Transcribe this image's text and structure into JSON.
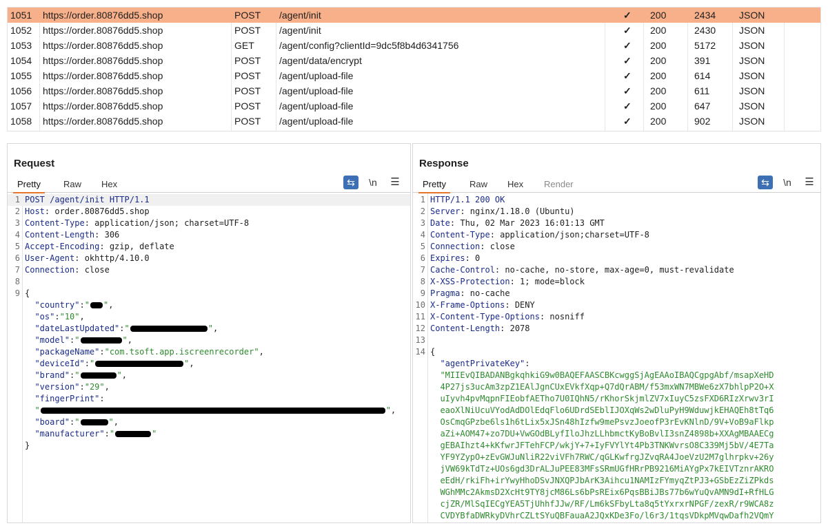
{
  "history": {
    "rows": [
      {
        "num": "1051",
        "host": "https://order.80876dd5.shop",
        "method": "POST",
        "url": "/agent/init",
        "check": "✓",
        "status": "200",
        "length": "2434",
        "mime": "JSON",
        "selected": true
      },
      {
        "num": "1052",
        "host": "https://order.80876dd5.shop",
        "method": "POST",
        "url": "/agent/init",
        "check": "✓",
        "status": "200",
        "length": "2430",
        "mime": "JSON"
      },
      {
        "num": "1053",
        "host": "https://order.80876dd5.shop",
        "method": "GET",
        "url": "/agent/config?clientId=9dc5f8b4d6341756",
        "check": "✓",
        "status": "200",
        "length": "5172",
        "mime": "JSON"
      },
      {
        "num": "1054",
        "host": "https://order.80876dd5.shop",
        "method": "POST",
        "url": "/agent/data/encrypt",
        "check": "✓",
        "status": "200",
        "length": "391",
        "mime": "JSON"
      },
      {
        "num": "1055",
        "host": "https://order.80876dd5.shop",
        "method": "POST",
        "url": "/agent/upload-file",
        "check": "✓",
        "status": "200",
        "length": "614",
        "mime": "JSON"
      },
      {
        "num": "1056",
        "host": "https://order.80876dd5.shop",
        "method": "POST",
        "url": "/agent/upload-file",
        "check": "✓",
        "status": "200",
        "length": "611",
        "mime": "JSON"
      },
      {
        "num": "1057",
        "host": "https://order.80876dd5.shop",
        "method": "POST",
        "url": "/agent/upload-file",
        "check": "✓",
        "status": "200",
        "length": "647",
        "mime": "JSON"
      },
      {
        "num": "1058",
        "host": "https://order.80876dd5.shop",
        "method": "POST",
        "url": "/agent/upload-file",
        "check": "✓",
        "status": "200",
        "length": "902",
        "mime": "JSON"
      }
    ]
  },
  "request": {
    "title": "Request",
    "tabs": [
      "Pretty",
      "Raw",
      "Hex"
    ],
    "active_tab": "Pretty",
    "tools": {
      "wrap_icon": "wrap-lines-icon",
      "newline_label": "\\n",
      "menu_icon": "hamburger-menu-icon"
    },
    "lines": [
      {
        "n": "1",
        "parts": [
          [
            "hname",
            "POST /agent/init HTTP/1.1"
          ]
        ],
        "highlight": true
      },
      {
        "n": "2",
        "parts": [
          [
            "hname",
            "Host"
          ],
          [
            "punc",
            ": order.80876dd5.shop"
          ]
        ]
      },
      {
        "n": "3",
        "parts": [
          [
            "hname",
            "Content-Type"
          ],
          [
            "punc",
            ": application/json; charset=UTF-8"
          ]
        ]
      },
      {
        "n": "4",
        "parts": [
          [
            "hname",
            "Content-Length"
          ],
          [
            "punc",
            ": 306"
          ]
        ]
      },
      {
        "n": "5",
        "parts": [
          [
            "hname",
            "Accept-Encoding"
          ],
          [
            "punc",
            ": gzip, deflate"
          ]
        ]
      },
      {
        "n": "6",
        "parts": [
          [
            "hname",
            "User-Agent"
          ],
          [
            "punc",
            ": okhttp/4.10.0"
          ]
        ]
      },
      {
        "n": "7",
        "parts": [
          [
            "hname",
            "Connection"
          ],
          [
            "punc",
            ": close"
          ]
        ]
      },
      {
        "n": "8",
        "parts": []
      },
      {
        "n": "9",
        "parts": [
          [
            "punc",
            "{"
          ]
        ]
      },
      {
        "parts": [
          [
            "punc",
            "  "
          ],
          [
            "jkey",
            "\"country\""
          ],
          [
            "punc",
            ":"
          ],
          [
            "jstr",
            "\""
          ],
          [
            "redact",
            "18"
          ],
          [
            "jstr",
            "\""
          ],
          [
            "punc",
            ","
          ]
        ]
      },
      {
        "parts": [
          [
            "punc",
            "  "
          ],
          [
            "jkey",
            "\"os\""
          ],
          [
            "punc",
            ":"
          ],
          [
            "jstr",
            "\"10\""
          ],
          [
            "punc",
            ","
          ]
        ]
      },
      {
        "parts": [
          [
            "punc",
            "  "
          ],
          [
            "jkey",
            "\"dateLastUpdated\""
          ],
          [
            "punc",
            ":"
          ],
          [
            "jstr",
            "\""
          ],
          [
            "redact",
            "112"
          ],
          [
            "jstr",
            "\""
          ],
          [
            "punc",
            ","
          ]
        ]
      },
      {
        "parts": [
          [
            "punc",
            "  "
          ],
          [
            "jkey",
            "\"model\""
          ],
          [
            "punc",
            ":"
          ],
          [
            "jstr",
            "\""
          ],
          [
            "redact",
            "60"
          ],
          [
            "jstr",
            "\""
          ],
          [
            "punc",
            ","
          ]
        ]
      },
      {
        "parts": [
          [
            "punc",
            "  "
          ],
          [
            "jkey",
            "\"packageName\""
          ],
          [
            "punc",
            ":"
          ],
          [
            "jstr",
            "\"com.tsoft.app.iscreenrecorder\""
          ],
          [
            "punc",
            ","
          ]
        ]
      },
      {
        "parts": [
          [
            "punc",
            "  "
          ],
          [
            "jkey",
            "\"deviceId\""
          ],
          [
            "punc",
            ":"
          ],
          [
            "jstr",
            "\""
          ],
          [
            "redact",
            "128"
          ],
          [
            "jstr",
            "\""
          ],
          [
            "punc",
            ","
          ]
        ]
      },
      {
        "parts": [
          [
            "punc",
            "  "
          ],
          [
            "jkey",
            "\"brand\""
          ],
          [
            "punc",
            ":"
          ],
          [
            "jstr",
            "\""
          ],
          [
            "redact",
            "52"
          ],
          [
            "jstr",
            "\""
          ],
          [
            "punc",
            ","
          ]
        ]
      },
      {
        "parts": [
          [
            "punc",
            "  "
          ],
          [
            "jkey",
            "\"version\""
          ],
          [
            "punc",
            ":"
          ],
          [
            "jstr",
            "\"29\""
          ],
          [
            "punc",
            ","
          ]
        ]
      },
      {
        "parts": [
          [
            "punc",
            "  "
          ],
          [
            "jkey",
            "\"fingerPrint\""
          ],
          [
            "punc",
            ":"
          ]
        ]
      },
      {
        "parts": [
          [
            "punc",
            "  "
          ],
          [
            "jstr",
            "\""
          ],
          [
            "redact",
            "500"
          ],
          [
            "jstr",
            "\""
          ],
          [
            "punc",
            ","
          ]
        ]
      },
      {
        "parts": [
          [
            "punc",
            "  "
          ],
          [
            "jkey",
            "\"board\""
          ],
          [
            "punc",
            ":"
          ],
          [
            "jstr",
            "\""
          ],
          [
            "redact",
            "40"
          ],
          [
            "jstr",
            "\""
          ],
          [
            "punc",
            ","
          ]
        ]
      },
      {
        "parts": [
          [
            "punc",
            "  "
          ],
          [
            "jkey",
            "\"manufacturer\""
          ],
          [
            "punc",
            ":"
          ],
          [
            "jstr",
            "\""
          ],
          [
            "redact",
            "52"
          ],
          [
            "jstr",
            "\""
          ]
        ]
      },
      {
        "parts": [
          [
            "punc",
            "}"
          ]
        ]
      }
    ]
  },
  "response": {
    "title": "Response",
    "tabs": [
      "Pretty",
      "Raw",
      "Hex",
      "Render"
    ],
    "active_tab": "Pretty",
    "disabled_tabs": [
      "Render"
    ],
    "tools": {
      "wrap_icon": "wrap-lines-icon",
      "newline_label": "\\n",
      "menu_icon": "hamburger-menu-icon"
    },
    "lines": [
      {
        "n": "1",
        "parts": [
          [
            "hname",
            "HTTP/1.1 200 OK"
          ]
        ]
      },
      {
        "n": "2",
        "parts": [
          [
            "hname",
            "Server"
          ],
          [
            "punc",
            ": nginx/1.18.0 (Ubuntu)"
          ]
        ]
      },
      {
        "n": "3",
        "parts": [
          [
            "hname",
            "Date"
          ],
          [
            "punc",
            ": Thu, 02 Mar 2023 16:01:13 GMT"
          ]
        ]
      },
      {
        "n": "4",
        "parts": [
          [
            "hname",
            "Content-Type"
          ],
          [
            "punc",
            ": application/json;charset=UTF-8"
          ]
        ]
      },
      {
        "n": "5",
        "parts": [
          [
            "hname",
            "Connection"
          ],
          [
            "punc",
            ": close"
          ]
        ]
      },
      {
        "n": "6",
        "parts": [
          [
            "hname",
            "Expires"
          ],
          [
            "punc",
            ": 0"
          ]
        ]
      },
      {
        "n": "7",
        "parts": [
          [
            "hname",
            "Cache-Control"
          ],
          [
            "punc",
            ": no-cache, no-store, max-age=0, must-revalidate"
          ]
        ]
      },
      {
        "n": "8",
        "parts": [
          [
            "hname",
            "X-XSS-Protection"
          ],
          [
            "punc",
            ": 1; mode=block"
          ]
        ]
      },
      {
        "n": "9",
        "parts": [
          [
            "hname",
            "Pragma"
          ],
          [
            "punc",
            ": no-cache"
          ]
        ]
      },
      {
        "n": "10",
        "parts": [
          [
            "hname",
            "X-Frame-Options"
          ],
          [
            "punc",
            ": DENY"
          ]
        ]
      },
      {
        "n": "11",
        "parts": [
          [
            "hname",
            "X-Content-Type-Options"
          ],
          [
            "punc",
            ": nosniff"
          ]
        ]
      },
      {
        "n": "12",
        "parts": [
          [
            "hname",
            "Content-Length"
          ],
          [
            "punc",
            ": 2078"
          ]
        ]
      },
      {
        "n": "13",
        "parts": []
      },
      {
        "n": "14",
        "parts": [
          [
            "punc",
            "{"
          ]
        ]
      },
      {
        "parts": [
          [
            "punc",
            "  "
          ],
          [
            "jkey",
            "\"agentPrivateKey\""
          ],
          [
            "punc",
            ":"
          ]
        ]
      },
      {
        "parts": [
          [
            "jstr",
            "  \"MIIEvQIBADANBgkqhkiG9w0BAQEFAASCBKcwggSjAgEAAoIBAQCgpgAbf/msapXeHD"
          ]
        ]
      },
      {
        "parts": [
          [
            "jstr",
            "  4P27js3ucAm3zpZ1EAlJgnCUxEVkfXqp+Q7dQrABM/f53mxWN7MBWe6zX7bhlpP2O+X"
          ]
        ]
      },
      {
        "parts": [
          [
            "jstr",
            "  uIyvh4pvMqpnFIEobfAETho7U0IQhN5/rKhorSkjmlZV7xIuyC5zsFXD6RIzXrwv3rI"
          ]
        ]
      },
      {
        "parts": [
          [
            "jstr",
            "  eaoXlNiUcuVYodAdDOlEdqFlo6UDrdSEblIJOXqWs2wDluPyH9WduwjkEHAQEh8tTq6"
          ]
        ]
      },
      {
        "parts": [
          [
            "jstr",
            "  OsCmqGPzbe6ls1h6tLix5xJSn48hIzfw9mePsvzJoeofP3rEvKNlnD/9V+VoB9aFlkp"
          ]
        ]
      },
      {
        "parts": [
          [
            "jstr",
            "  aZi+AOM47+zo7DU+VwGOdBLyfIloJhzLLhbmctKyBoBvlI3snZ4898b+XXAgMBAAECg"
          ]
        ]
      },
      {
        "parts": [
          [
            "jstr",
            "  gEBAIhzt4+kKfwrJFTehFCP/wkjY+7+IyFVYlYt4Pb3TNKWvrsO8C339Mj5bV/4E7Ta"
          ]
        ]
      },
      {
        "parts": [
          [
            "jstr",
            "  YF9YZypO+zEvGWJuNliR22viVFh7RWC/qGLKwfrgJZvqRA4JoeVzU2M7glhrpkv+26y"
          ]
        ]
      },
      {
        "parts": [
          [
            "jstr",
            "  jVW69kTdTz+UOs6gd3DrALJuPEE83MFsSRmUGfHRrPB9216MiAYgPx7kEIVTznrAKRO"
          ]
        ]
      },
      {
        "parts": [
          [
            "jstr",
            "  eEdH/rkiFh+irYwyHhoDSvJNXQPJbArK3Aihcu1NAMIzFYmyqZtPJ3+GSbEzZiZPkds"
          ]
        ]
      },
      {
        "parts": [
          [
            "jstr",
            "  WGhMMc2AkmsD2XcHt9TY8jcM86Ls6bPsREix6PqsBBiJBs77b6wYuQvAMN9dI+RfHLG"
          ]
        ]
      },
      {
        "parts": [
          [
            "jstr",
            "  cjZR/MlSqIECgYEA5TjUhhfJJw/RF/Lm6kSFbyLta8q5tYxrxrNPGF/zexR/r9WCA8z"
          ]
        ]
      },
      {
        "parts": [
          [
            "jstr",
            "  CVDYBfaDWRkyDVhrCZLtSYuQBFauaA2JQxKDe3Fo/l6r3/1tqsVDkpMVqwDafh2VQmY"
          ]
        ]
      }
    ]
  },
  "view_toggle": {
    "icons": [
      "split-horizontal-icon",
      "split-vertical-icon",
      "single-pane-icon"
    ],
    "active": 0
  },
  "colors": {
    "selected_row": "#f7b08a",
    "accent_blue": "#3d6fb4",
    "tab_underline": "#e8742a",
    "header_name": "#1a2b8a",
    "json_string": "#2f8a2f"
  }
}
